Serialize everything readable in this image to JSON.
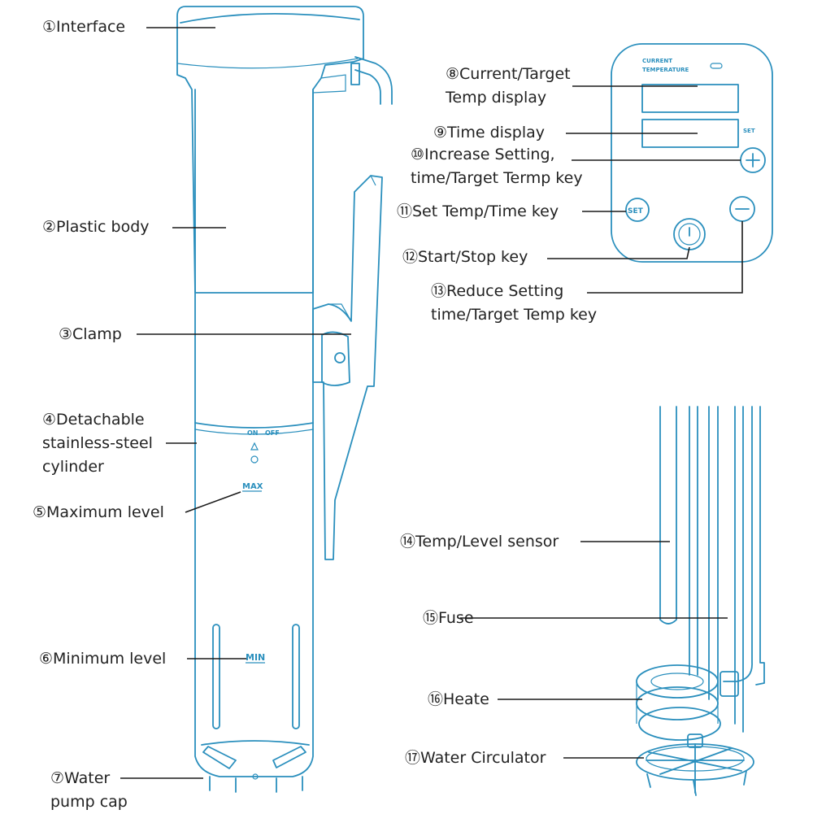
{
  "labels": {
    "interface": "①Interface",
    "plastic_body": "②Plastic body",
    "clamp": "③Clamp",
    "cylinder": [
      "④Detachable",
      "stainless-steel",
      "cylinder"
    ],
    "max_level": "⑤Maximum level",
    "min_level": "⑥Minimum level",
    "pump_cap": [
      "⑦Water",
      "pump cap"
    ],
    "temp_display": [
      "⑧Current/Target",
      "Temp display"
    ],
    "time_display": "⑨Time display",
    "increase_key": [
      "⑩Increase Setting,",
      "time/Target Termp key"
    ],
    "set_key": "⑪Set Temp/Time key",
    "start_stop": "⑫Start/Stop key",
    "reduce_key": [
      "⑬Reduce Setting",
      "time/Target Temp key"
    ],
    "sensor": "⑭Temp/Level sensor",
    "fuse": "⑮Fuse",
    "heater": "⑯Heate",
    "circulator": "⑰Water Circulator"
  },
  "device_marks": {
    "on": "ON",
    "off": "OFF",
    "max": "MAX",
    "min": "MIN"
  },
  "panel": {
    "header_line1": "CURRENT",
    "header_line2": "TEMPERATURE",
    "set_small": "SET",
    "set_button": "SET"
  },
  "colors": {
    "outline": "#2a8fbd",
    "leader": "#1a1a1a",
    "text": "#222222"
  }
}
